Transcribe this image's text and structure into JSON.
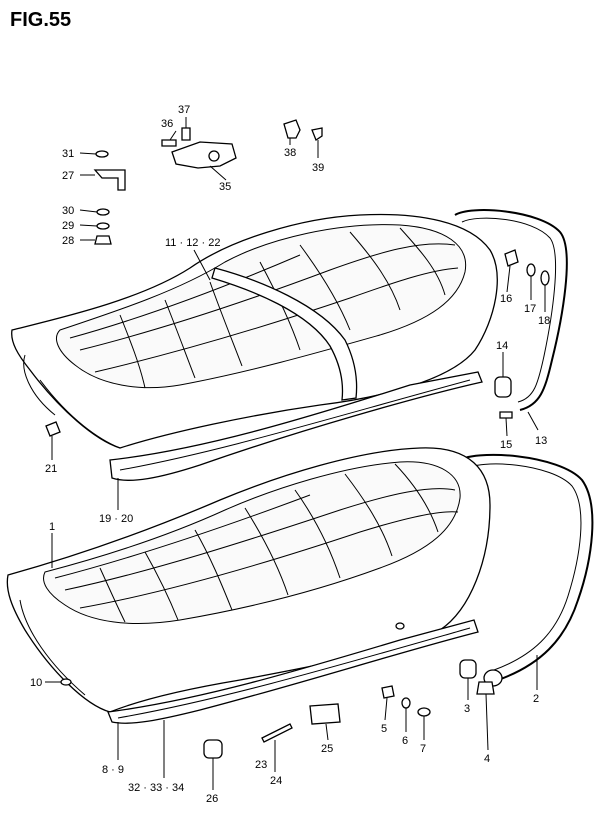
{
  "figure": {
    "title": "FIG.55"
  },
  "callouts": {
    "c31": "31",
    "c27": "27",
    "c30": "30",
    "c29": "29",
    "c28": "28",
    "c36": "36",
    "c37": "37",
    "c35": "35",
    "c38": "38",
    "c39": "39",
    "c11_12_22": "11 · 12 · 22",
    "c16": "16",
    "c17": "17",
    "c18": "18",
    "c14": "14",
    "c15": "15",
    "c13": "13",
    "c21": "21",
    "c19_20": "19 · 20",
    "c1": "1",
    "c10": "10",
    "c8_9": "8 · 9",
    "c32_33_34": "32 · 33 · 34",
    "c26": "26",
    "c23": "23",
    "c24": "24",
    "c25": "25",
    "c5": "5",
    "c6": "6",
    "c7": "7",
    "c3": "3",
    "c4": "4",
    "c2": "2"
  }
}
